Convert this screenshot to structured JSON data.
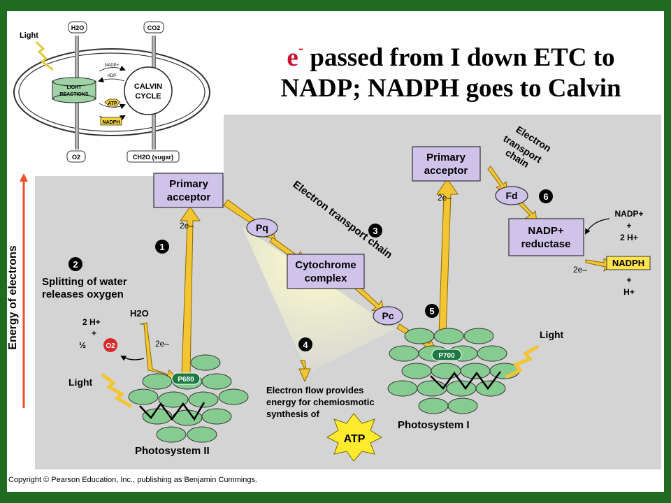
{
  "title": {
    "e": "e",
    "sup": "-",
    "line1": "passed from I down ETC to",
    "line2": "NADP; NADPH goes to Calvin"
  },
  "chloroplast": {
    "light": "Light",
    "h2o": "H2O",
    "co2": "CO2",
    "light_reactions_1": "LIGHT",
    "light_reactions_2": "REACTIONS",
    "calvin_1": "CALVIN",
    "calvin_2": "CYCLE",
    "nadp": "NADP+",
    "adp": "ADP",
    "atp": "ATP",
    "nadph": "NADPH",
    "o2": "O2",
    "sugar": "CH2O (sugar)"
  },
  "axis": {
    "label": "Energy of electrons"
  },
  "psii": {
    "primary_acceptor_1": "Primary",
    "primary_acceptor_2": "acceptor",
    "two_e": "2e–",
    "step1": "1",
    "step2": "2",
    "splitting_1": "Splitting of water",
    "splitting_2": "releases oxygen",
    "h2o": "H2O",
    "two_h": "2 H+",
    "plus": "+",
    "half": "½",
    "o2": "O2",
    "two_e_lower": "2e–",
    "light": "Light",
    "p680": "P680",
    "label": "Photosystem II"
  },
  "etc": {
    "pq": "Pq",
    "label": "Electron transport chain",
    "step3": "3",
    "cyto_1": "Cytochrome",
    "cyto_2": "complex",
    "pc": "Pc",
    "step4": "4",
    "flow_1": "Electron flow provides",
    "flow_2": "energy for chemiosmotic",
    "flow_3": "synthesis of",
    "atp": "ATP"
  },
  "psi": {
    "primary_acceptor_1": "Primary",
    "primary_acceptor_2": "acceptor",
    "two_e": "2e–",
    "step5": "5",
    "p700": "P700",
    "light": "Light",
    "label": "Photosystem I",
    "etc2_1": "Electron",
    "etc2_2": "transport",
    "etc2_3": "chain",
    "step6": "6",
    "fd": "Fd",
    "nadp": "NADP+",
    "plus": "+",
    "two_h": "2 H+",
    "reductase_1": "NADP+",
    "reductase_2": "reductase",
    "two_e_lower": "2e–",
    "nadph": "NADPH",
    "plus2": "+",
    "h_plus": "H+"
  },
  "copyright": "Copyright © Pearson Education, Inc., publishing as Benjamin Cummings.",
  "colors": {
    "border_green": "#1f6b1f",
    "panel_gray": "#d4d4d4",
    "box_purple": "#cfc3ea",
    "disc_green": "#86cc91",
    "arrow_yellow": "#f3c533",
    "title_red": "#c8102e",
    "axis_red": "#e8512a"
  }
}
